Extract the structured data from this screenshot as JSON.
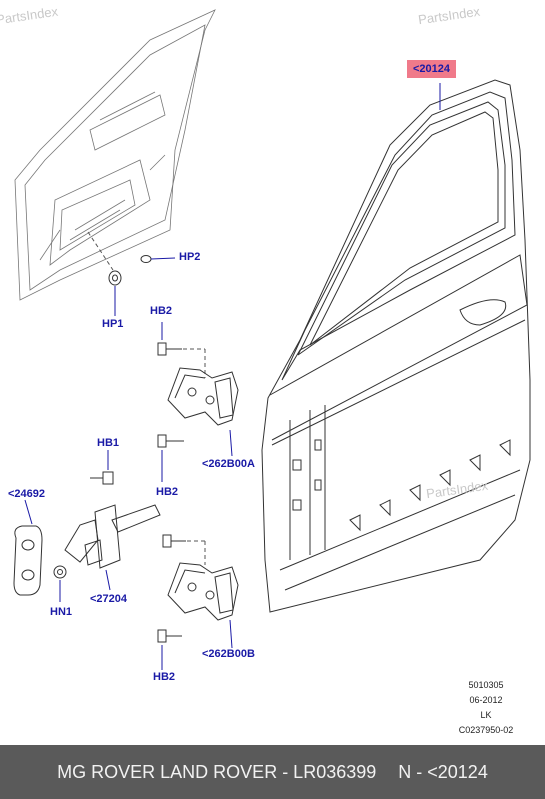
{
  "watermark": "PartsIndex",
  "callouts": {
    "main_door": "<20124",
    "hp2": "HP2",
    "hp1": "HP1",
    "hb2_top": "HB2",
    "hinge_upper": "<262B00A",
    "hb1": "HB1",
    "hb2_mid": "HB2",
    "check_cover": "<24692",
    "check_strap": "<27204",
    "hn1": "HN1",
    "hinge_lower": "<262B00B",
    "hb2_bottom": "HB2"
  },
  "meta": {
    "line1": "5010305",
    "line2": "06-2012",
    "line3": "LK",
    "line4": "C0237950-02"
  },
  "footer": {
    "brand": "MG ROVER LAND ROVER - LR036399",
    "code": "N - <20124"
  },
  "colors": {
    "callout_text": "#1a1aa6",
    "highlight": "#f07a8a",
    "footer_bg": "#5a5a5a"
  }
}
